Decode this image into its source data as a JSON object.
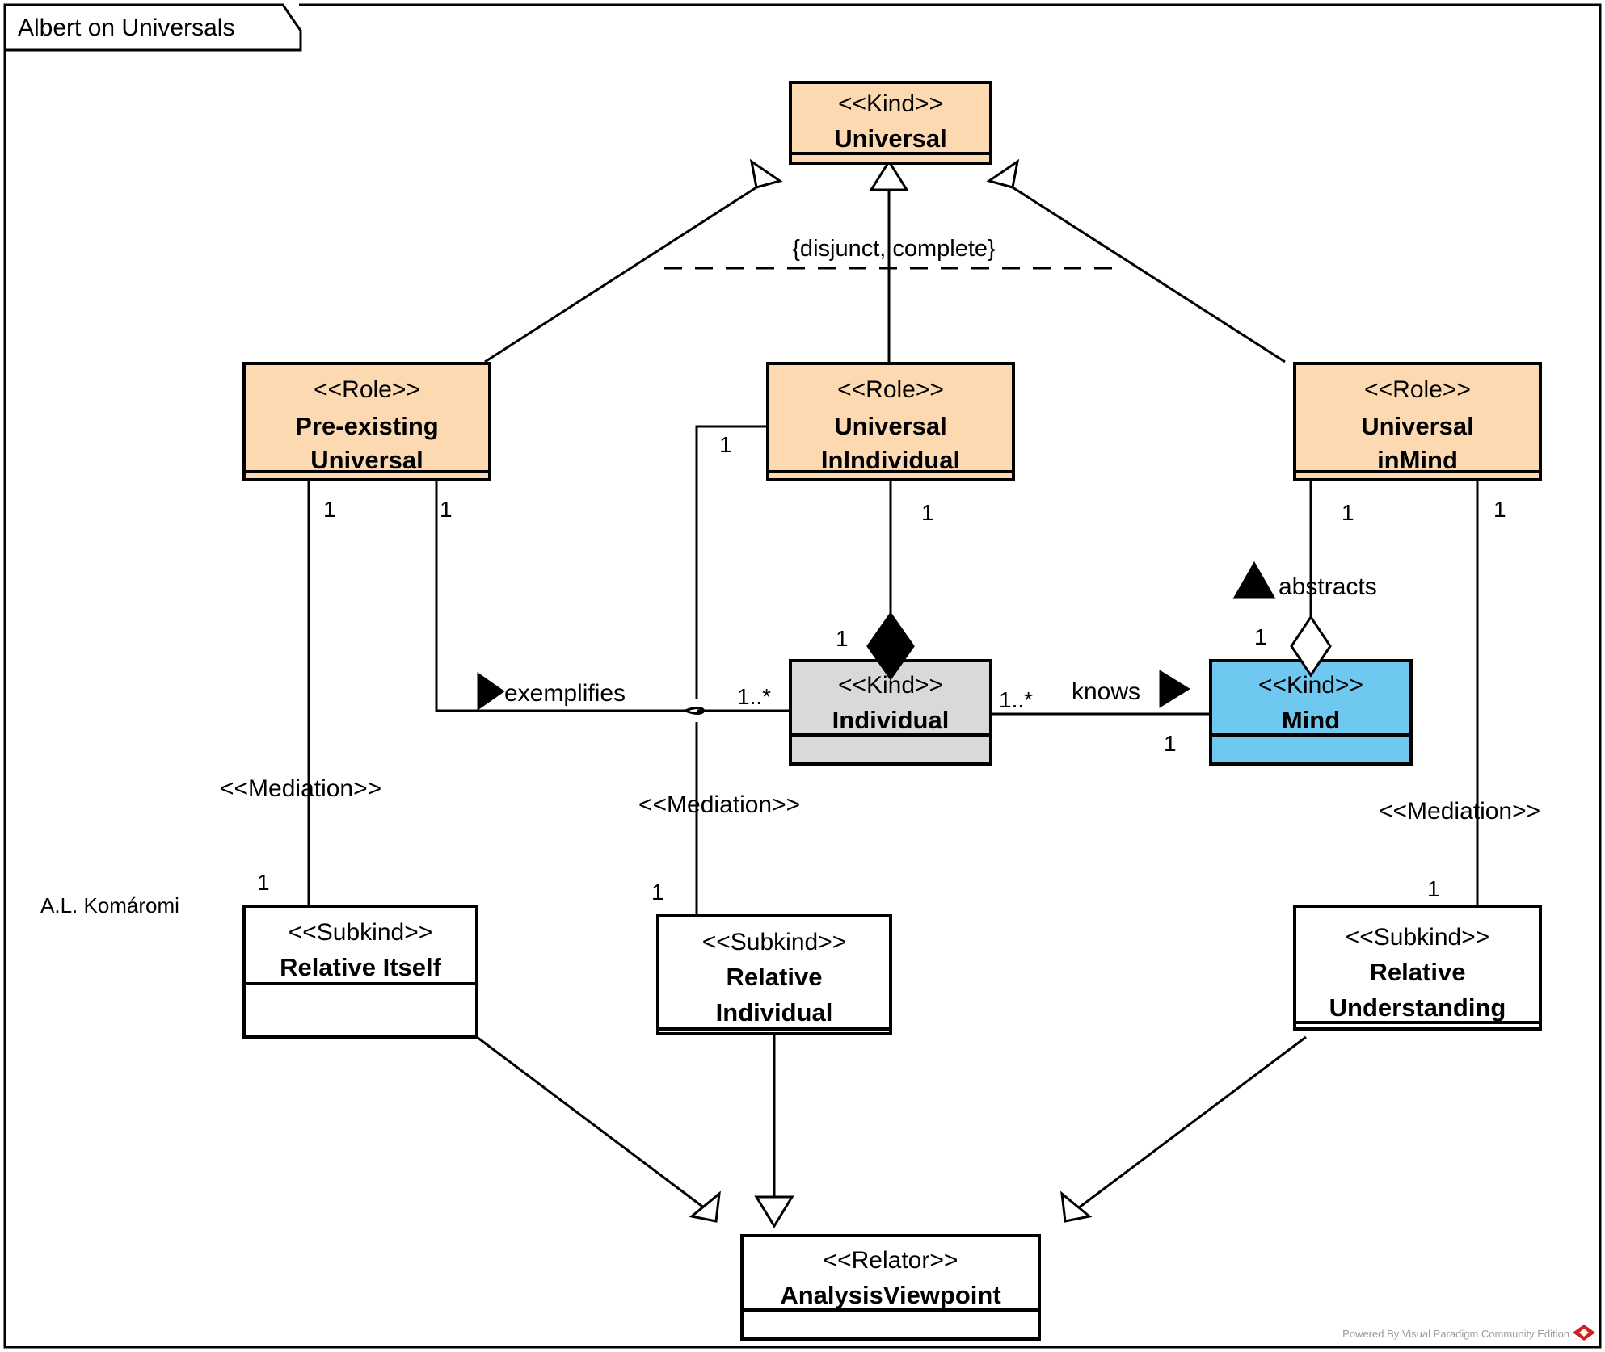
{
  "diagram": {
    "tab_title": "Albert on Universals",
    "author_credit": "A.L. Komáromi",
    "watermark": "Powered By Visual Paradigm Community Edition",
    "colors": {
      "universal_fill": "#fcd9b0",
      "individual_fill": "#d9d9d9",
      "mind_fill": "#6fc8ef",
      "plain_fill": "#ffffff",
      "stroke": "#000000",
      "watermark_logo": "#cc2222"
    }
  },
  "classes": {
    "universal": {
      "stereotype": "<<Kind>>",
      "name1": "Universal",
      "name2": ""
    },
    "pre_existing": {
      "stereotype": "<<Role>>",
      "name1": "Pre-existing",
      "name2": "Universal"
    },
    "universal_in_individual": {
      "stereotype": "<<Role>>",
      "name1": "Universal",
      "name2": "InIndividual"
    },
    "universal_in_mind": {
      "stereotype": "<<Role>>",
      "name1": "Universal",
      "name2": "inMind"
    },
    "individual": {
      "stereotype": "<<Kind>>",
      "name1": "Individual",
      "name2": ""
    },
    "mind": {
      "stereotype": "<<Kind>>",
      "name1": "Mind",
      "name2": ""
    },
    "relative_itself": {
      "stereotype": "<<Subkind>>",
      "name1": "Relative Itself",
      "name2": ""
    },
    "relative_individual": {
      "stereotype": "<<Subkind>>",
      "name1": "Relative",
      "name2": "Individual"
    },
    "relative_understanding": {
      "stereotype": "<<Subkind>>",
      "name1": "Relative",
      "name2": "Understanding"
    },
    "analysis_viewpoint": {
      "stereotype": "<<Relator>>",
      "name1": "AnalysisViewpoint",
      "name2": ""
    }
  },
  "edge_labels": {
    "generalization_set": "{disjunct, complete}",
    "exemplifies": "exemplifies",
    "knows": "knows",
    "abstracts": "abstracts",
    "mediation_left": "<<Mediation>>",
    "mediation_center": "<<Mediation>>",
    "mediation_right": "<<Mediation>>"
  },
  "multiplicities": {
    "pre_existing_left": "1",
    "pre_existing_right": "1",
    "uii_left": "1",
    "uii_bottom": "1",
    "uim_left": "1",
    "uim_right": "1",
    "individual_top": "1",
    "individual_left": "1..*",
    "individual_right": "1..*",
    "mind_abstracts": "1",
    "mind_bottom": "1",
    "relative_itself_top": "1",
    "relative_individual_top": "1",
    "relative_understanding_top": "1"
  }
}
